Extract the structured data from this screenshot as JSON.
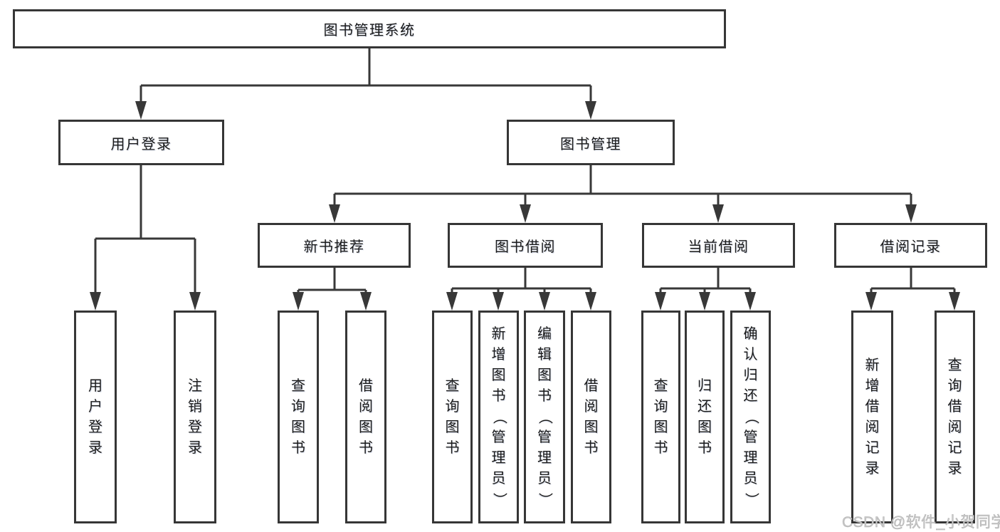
{
  "root": {
    "label": "图书管理系统"
  },
  "branches": [
    {
      "label": "用户登录",
      "children": [
        {
          "label": "用户登录"
        },
        {
          "label": "注销登录"
        }
      ]
    },
    {
      "label": "图书管理",
      "children": [
        {
          "label": "新书推荐",
          "children": [
            {
              "label": "查询图书"
            },
            {
              "label": "借阅图书"
            }
          ]
        },
        {
          "label": "图书借阅",
          "children": [
            {
              "label": "查询图书"
            },
            {
              "label": "新增图书（管理员）"
            },
            {
              "label": "编辑图书（管理员）"
            },
            {
              "label": "借阅图书"
            }
          ]
        },
        {
          "label": "当前借阅",
          "children": [
            {
              "label": "查询图书"
            },
            {
              "label": "归还图书"
            },
            {
              "label": "确认归还（管理员）"
            }
          ]
        },
        {
          "label": "借阅记录",
          "children": [
            {
              "label": "新增借阅记录"
            },
            {
              "label": "查询借阅记录"
            }
          ]
        }
      ]
    }
  ],
  "watermark": {
    "text": "CSDN @软件_小贺同学"
  },
  "colors": {
    "line": "#383838",
    "box_border": "#363636",
    "text": "#1b1b1b",
    "background": "#ffffff",
    "watermark": "#c9c9c9"
  }
}
